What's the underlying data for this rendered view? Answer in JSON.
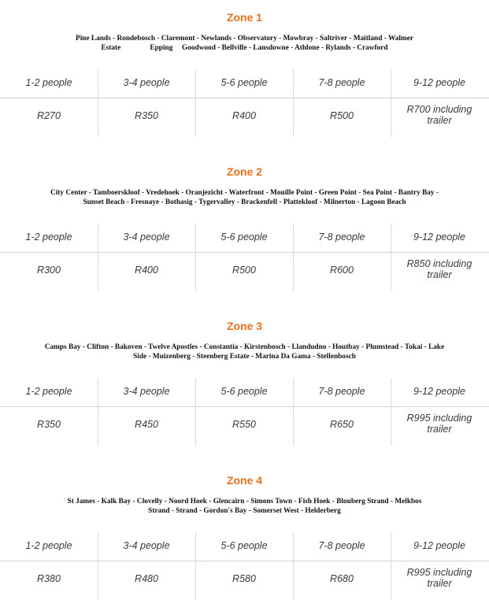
{
  "zones": [
    {
      "title": "Zone 1",
      "areas_line1": "Pine Lands - Rondebosch - Claremont - Newlands - Observatory - Mowbray - Saltriver - Maitland - Walmer",
      "areas_line2": "Estate                Epping     Goodwood - Bellville - Lansdowne - Athlone - Rylands - Crawford",
      "headers": [
        "1-2 people",
        "3-4 people",
        "5-6 people",
        "7-8 people",
        "9-12 people"
      ],
      "prices": [
        "R270",
        "R350",
        "R400",
        "R500"
      ],
      "last_price_line1": "R700 including",
      "last_price_line2": "trailer"
    },
    {
      "title": "Zone 2",
      "areas_line1": "City Center - Tamboerskloof - Vredehoek - Oranjezicht - Waterfront - Mouille Point - Green Point - Sea Point - Bantry Bay -",
      "areas_line2": "Sunset Beach - Fresnaye - Bothasig - Tygervalley - Brackenfell - Plattekloof - Milnerton - Lagoon Beach",
      "headers": [
        "1-2 people",
        "3-4 people",
        "5-6 people",
        "7-8 people",
        "9-12 people"
      ],
      "prices": [
        "R300",
        "R400",
        "R500",
        "R600"
      ],
      "last_price_line1": "R850 including",
      "last_price_line2": "trailer"
    },
    {
      "title": "Zone 3",
      "areas_line1": "Camps Bay - Clifton - Bakoven - Twelve Apostles - Constantia - Kirstenbosch - Llandudno - Houtbay - Plumstead - Tokai  - Lake",
      "areas_line2": "Side - Muizenberg - Steenberg Estate - Marina Da Gama - Stellenbosch",
      "headers": [
        "1-2 people",
        "3-4 people",
        "5-6 people",
        "7-8 people",
        "9-12 people"
      ],
      "prices": [
        "R350",
        "R450",
        "R550",
        "R650"
      ],
      "last_price_line1": "R995 including",
      "last_price_line2": "trailer"
    },
    {
      "title": "Zone 4",
      "areas_line1": "St James - Kalk Bay - Clovelly - Noord Hoek - Glencairn - Simons Town - Fish Hoek - Blouberg Strand - Melkbos",
      "areas_line2": "Strand - Strand - Gordon's Bay - Somerset West - Helderberg",
      "headers": [
        "1-2 people",
        "3-4 people",
        "5-6 people",
        "7-8 people",
        "9-12 people"
      ],
      "prices": [
        "R380",
        "R480",
        "R580",
        "R680"
      ],
      "last_price_line1": "R995 including",
      "last_price_line2": "trailer"
    }
  ],
  "colors": {
    "zone_title": "#e8701a",
    "rule": "#d2d2d2",
    "cell_text": "#3a3a3a"
  }
}
